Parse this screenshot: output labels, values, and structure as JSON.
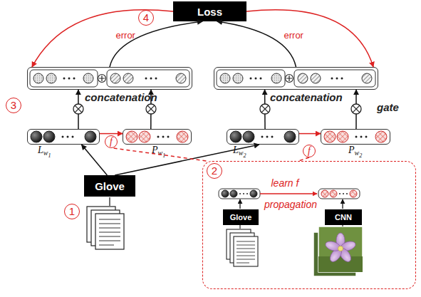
{
  "diagram": {
    "nodes": [
      {
        "text": [
          "Loss"
        ]
      },
      {
        "text": [
          "concatenation"
        ]
      },
      {
        "text": [
          "concatenation"
        ]
      },
      {
        "text": [
          "Lw1"
        ]
      },
      {
        "text": [
          "f"
        ]
      },
      {
        "text": [
          "Pw1"
        ]
      },
      {
        "text": [
          "Lw2"
        ]
      },
      {
        "text": [
          "f"
        ]
      },
      {
        "text": [
          "Pw2"
        ]
      },
      {
        "text": [
          "Glove"
        ]
      },
      {
        "text": [
          "2"
        ]
      },
      {
        "text": [
          "Glove"
        ],
        "in": 10
      },
      {
        "text": [
          "CNN"
        ],
        "in": 10
      }
    ],
    "edges": [
      {
        "from": 9,
        "to": 3,
        "arrow": "to"
      },
      {
        "from": 9,
        "to": 6,
        "arrow": "to"
      },
      {
        "from": 3,
        "to": 5,
        "arrow": "to"
      },
      {
        "from": 6,
        "to": 8,
        "arrow": "to"
      },
      {
        "from": 4,
        "to": 10,
        "arrow": "none"
      },
      {
        "from": 7,
        "to": 10,
        "arrow": "none"
      },
      {
        "from": 3,
        "to": 1,
        "arrow": "to"
      },
      {
        "from": 5,
        "to": 1,
        "arrow": "to"
      },
      {
        "from": 6,
        "to": 2,
        "arrow": "to"
      },
      {
        "from": 8,
        "to": 2,
        "arrow": "to"
      },
      {
        "from": 1,
        "to": 0,
        "arrow": "to"
      },
      {
        "from": 2,
        "to": 0,
        "arrow": "to"
      },
      {
        "from": 0,
        "to": 1,
        "label": "error",
        "arrow": "to"
      },
      {
        "from": 0,
        "to": 2,
        "label": "error",
        "arrow": "to"
      }
    ],
    "labels": [
      "4",
      "3",
      "1",
      "gate",
      "learn f",
      "propagation"
    ]
  }
}
